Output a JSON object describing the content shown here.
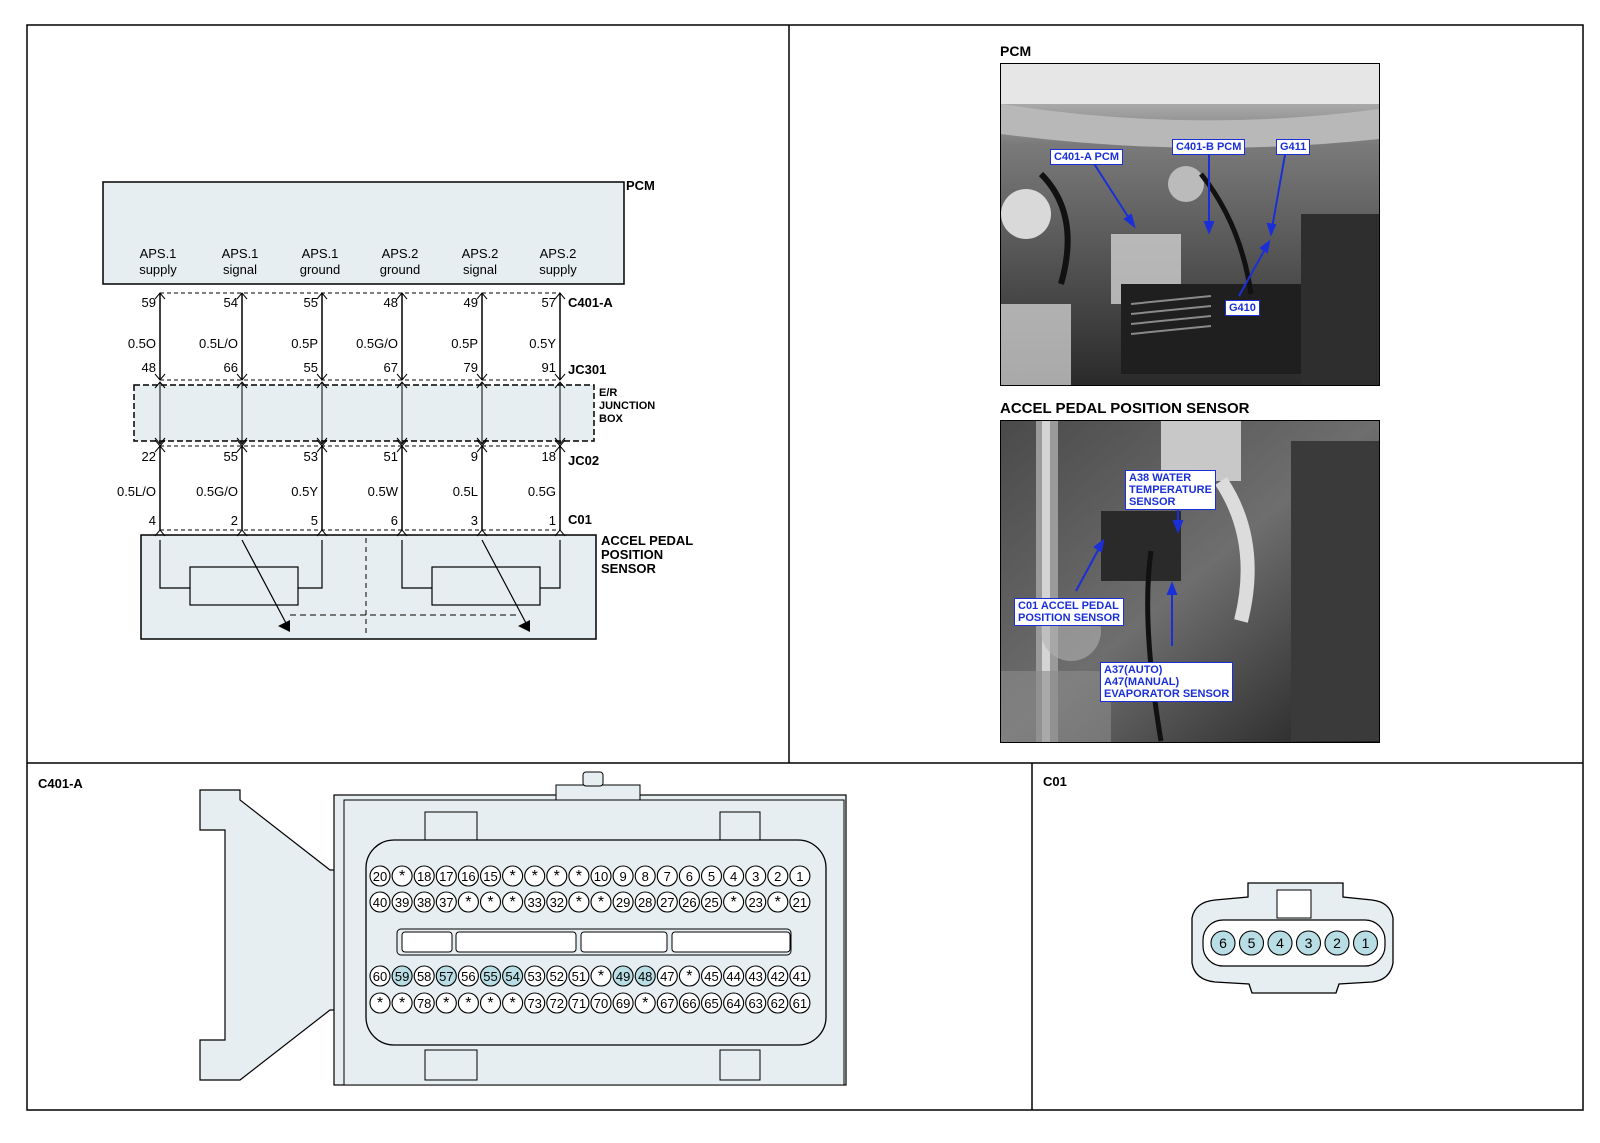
{
  "schematic": {
    "pcm_label": "PCM",
    "pins_top": [
      {
        "name": "APS.1",
        "sub": "supply",
        "c401a": "59",
        "wire_a": "0.5O",
        "jc301": "48",
        "jc02": "22",
        "wire_b": "0.5L/O",
        "c01": "4"
      },
      {
        "name": "APS.1",
        "sub": "signal",
        "c401a": "54",
        "wire_a": "0.5L/O",
        "jc301": "66",
        "jc02": "55",
        "wire_b": "0.5G/O",
        "c01": "2"
      },
      {
        "name": "APS.1",
        "sub": "ground",
        "c401a": "55",
        "wire_a": "0.5P",
        "jc301": "55",
        "jc02": "53",
        "wire_b": "0.5Y",
        "c01": "5"
      },
      {
        "name": "APS.2",
        "sub": "ground",
        "c401a": "48",
        "wire_a": "0.5G/O",
        "jc301": "67",
        "jc02": "51",
        "wire_b": "0.5W",
        "c01": "6"
      },
      {
        "name": "APS.2",
        "sub": "signal",
        "c401a": "49",
        "wire_a": "0.5P",
        "jc301": "79",
        "jc02": "9",
        "wire_b": "0.5L",
        "c01": "3"
      },
      {
        "name": "APS.2",
        "sub": "supply",
        "c401a": "57",
        "wire_a": "0.5Y",
        "jc301": "91",
        "jc02": "18",
        "wire_b": "0.5G",
        "c01": "1"
      }
    ],
    "c401a_label": "C401-A",
    "jc301_label": "JC301",
    "jb_label": [
      "E/R",
      "JUNCTION",
      "BOX"
    ],
    "jc02_label": "JC02",
    "c01_label": "C01",
    "sensor_label": [
      "ACCEL  PEDAL",
      "POSITION",
      "SENSOR"
    ]
  },
  "photos": {
    "pcm": {
      "title": "PCM",
      "callouts": {
        "c401a": "C401-A PCM",
        "c401b": "C401-B PCM",
        "g411": "G411",
        "g410": "G410"
      }
    },
    "aps": {
      "title": "ACCEL PEDAL POSITION SENSOR",
      "callouts": {
        "a38": [
          "A38 WATER",
          "TEMPERATURE",
          "SENSOR"
        ],
        "c01": [
          "C01 ACCEL PEDAL",
          "POSITION SENSOR"
        ],
        "a37": [
          "A37(AUTO)",
          "A47(MANUAL)",
          "EVAPORATOR SENSOR"
        ]
      }
    }
  },
  "connector_c401a": {
    "title": "C401-A",
    "rows": [
      [
        "20",
        "*",
        "18",
        "17",
        "16",
        "15",
        "*",
        "*",
        "*",
        "*",
        "10",
        "9",
        "8",
        "7",
        "6",
        "5",
        "4",
        "3",
        "2",
        "1"
      ],
      [
        "40",
        "39",
        "38",
        "37",
        "*",
        "*",
        "*",
        "33",
        "32",
        "*",
        "*",
        "29",
        "28",
        "27",
        "26",
        "25",
        "*",
        "23",
        "*",
        "21"
      ],
      [
        "60",
        "59",
        "58",
        "57",
        "56",
        "55",
        "54",
        "53",
        "52",
        "51",
        "*",
        "49",
        "48",
        "47",
        "*",
        "45",
        "44",
        "43",
        "42",
        "41"
      ],
      [
        "*",
        "*",
        "78",
        "*",
        "*",
        "*",
        "*",
        "73",
        "72",
        "71",
        "70",
        "69",
        "*",
        "67",
        "66",
        "65",
        "64",
        "63",
        "62",
        "61"
      ]
    ],
    "highlighted": [
      "59",
      "57",
      "55",
      "54",
      "49",
      "48"
    ],
    "highlight_color": "#b9dde4",
    "body_color": "#e6eef1"
  },
  "connector_c01": {
    "title": "C01",
    "pins": [
      "6",
      "5",
      "4",
      "3",
      "2",
      "1"
    ],
    "pin_color": "#b9dde4"
  }
}
